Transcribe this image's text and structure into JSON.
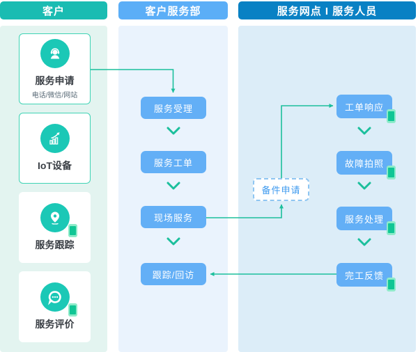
{
  "diagram": {
    "title_implied": "service workflow",
    "columns": [
      {
        "header": "客户"
      },
      {
        "header": "客户服务部"
      },
      {
        "header": "服务网点 I 服务人员"
      }
    ],
    "customer_cards": [
      {
        "label": "服务申请",
        "sublabel": "电话/微信/网站",
        "icon": "agent-headset-icon"
      },
      {
        "label": "IoT设备",
        "icon": "growth-chart-icon"
      },
      {
        "label": "服务跟踪",
        "icon": "location-pin-icon",
        "badge": "mobile-phone"
      },
      {
        "label": "服务评价",
        "icon": "chat-bubble-icon",
        "badge": "mobile-phone"
      }
    ],
    "service_dept_steps": [
      {
        "label": "服务受理"
      },
      {
        "label": "服务工单"
      },
      {
        "label": "现场服务"
      },
      {
        "label": "跟踪/回访"
      }
    ],
    "field_steps": [
      {
        "label": "工单响应",
        "badge": "mobile-phone"
      },
      {
        "label": "故障拍照",
        "badge": "mobile-phone"
      },
      {
        "label": "服务处理",
        "badge": "mobile-phone"
      },
      {
        "label": "完工反馈",
        "badge": "mobile-phone"
      }
    ],
    "spare_parts_box": {
      "label": "备件申请"
    },
    "colors": {
      "customer_header": "#1abcb2",
      "dept_header": "#5baef7",
      "field_header": "#0981c4",
      "customer_panel": "#e3f4f0",
      "dept_panel": "#eaf3fd",
      "field_panel": "#dcedf8",
      "step_box": "#63aff6",
      "connector": "#1bbf9c",
      "icon_circle": "#1bc8b6",
      "card_border": "#3ed3b4",
      "phone_badge": "#10c695",
      "dashed_border": "#8fc6f2",
      "dashed_text": "#3e9aef"
    }
  }
}
